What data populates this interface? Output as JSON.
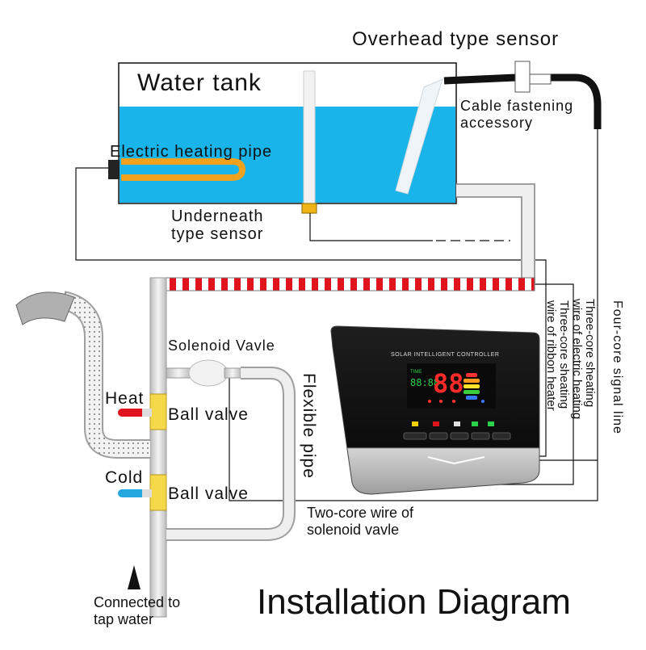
{
  "title": "Installation Diagram",
  "labels": {
    "overhead_sensor": "Overhead type sensor",
    "water_tank": "Water tank",
    "cable_fastening_1": "Cable fastening",
    "cable_fastening_2": "accessory",
    "electric_heating_pipe": "Electric heating pipe",
    "underneath_sensor_1": "Underneath",
    "underneath_sensor_2": "type sensor",
    "solenoid_valve": "Solenoid Vavle",
    "flexible_pipe": "Flexible pipe",
    "heat": "Heat",
    "cold": "Cold",
    "ball_valve_hot": "Ball valve",
    "ball_valve_cold": "Ball valve",
    "two_core_1": "Two-core wire of",
    "two_core_2": "solenoid vavle",
    "tap_water_1": "Connected to",
    "tap_water_2": "tap water",
    "four_core": "Four-core signal line",
    "three_core_heating_1": "Three-core sheating",
    "three_core_heating_2": "wire of electric heating",
    "three_core_ribbon_1": "Three-core sheating",
    "three_core_ribbon_2": "wire of ribbon heater"
  },
  "controller": {
    "brand_text": "SOLAR INTELLIGENT CONTROLLER",
    "digits": "88",
    "time_readout": "88:88",
    "time_label": "TIME"
  },
  "colors": {
    "water": "#18b4ea",
    "heating_pipe": "#f0a11e",
    "ribbon_red": "#e0141d",
    "pipe_gray": "#d9d9d9",
    "valve_yellow": "#f6d94a"
  }
}
